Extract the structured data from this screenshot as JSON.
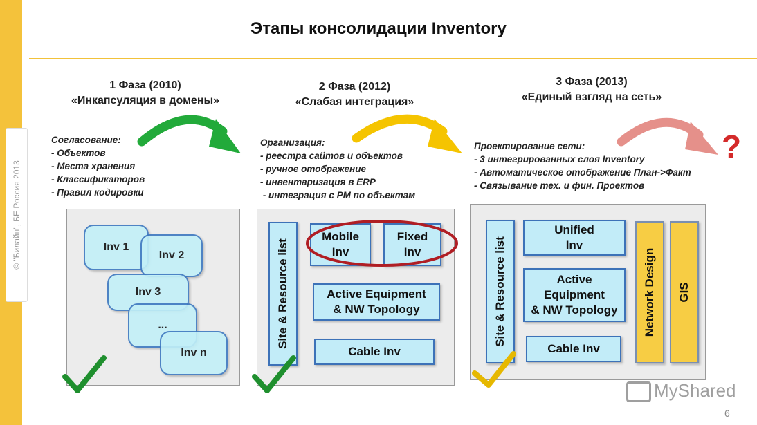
{
  "slide": {
    "title": "Этапы консолидации Inventory",
    "copyright": "© \"Билайн\", БЕ Россия 2013",
    "page_number": "6",
    "watermark": "MyShared",
    "question_mark": "?"
  },
  "phases": [
    {
      "heading_line1": "1 Фаза (2010)",
      "heading_line2": "«Инкапсуляция в домены»",
      "list": [
        "Согласование:",
        "- Объектов",
        "- Места хранения",
        "- Классификаторов",
        "- Правил кодировки"
      ],
      "items": [
        "Inv 1",
        "Inv 2",
        "Inv 3",
        "...",
        "Inv n"
      ]
    },
    {
      "heading_line1": "2 Фаза (2012)",
      "heading_line2": "«Слабая интеграция»",
      "list": [
        "Организация:",
        "- реестра сайтов и объектов",
        "- ручное отображение",
        "- инвентаризация в ERP",
        " - интеграция с PM по объектам"
      ],
      "site_resource": "Site & Resource list",
      "mobile": [
        "Mobile",
        "Inv"
      ],
      "fixed": [
        "Fixed",
        "Inv"
      ],
      "active": [
        "Active Equipment",
        "& NW Topology"
      ],
      "cable": "Cable Inv"
    },
    {
      "heading_line1": "3 Фаза (2013)",
      "heading_line2": "«Единый взгляд на сеть»",
      "list": [
        "Проектирование сети:",
        "- 3 интегрированных слоя Inventory",
        "- Автоматическое отображение План->Факт",
        "- Связывание тех. и фин. Проектов"
      ],
      "site_resource": "Site & Resource list",
      "unified": [
        "Unified",
        "Inv"
      ],
      "active": [
        "Active",
        "Equipment",
        "& NW Topology"
      ],
      "cable": "Cable Inv",
      "network_design": "Network Design",
      "gis": "GIS"
    }
  ],
  "colors": {
    "stripe": "#f4c23b",
    "arrow1": "#22aa3a",
    "arrow2": "#f5c400",
    "arrow3": "#e5908a",
    "highlight_ellipse": "#b01e24",
    "box_fill": "#c2ecf8",
    "box_border": "#3d72b8",
    "yellow_box": "#f7cd44"
  }
}
